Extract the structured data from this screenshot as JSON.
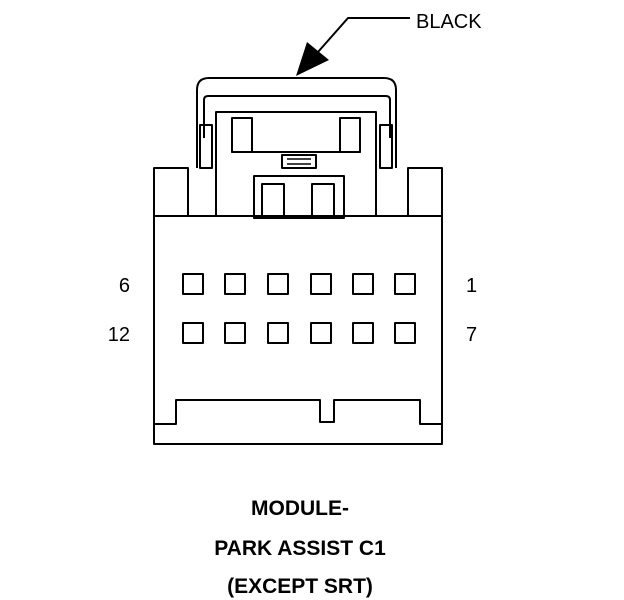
{
  "callout": {
    "color_label": "BLACK"
  },
  "pins": {
    "row1": {
      "left_number": "6",
      "right_number": "1"
    },
    "row2": {
      "left_number": "12",
      "right_number": "7"
    }
  },
  "caption": {
    "line1": "MODULE-",
    "line2": "PARK ASSIST C1",
    "line3": "(EXCEPT SRT)"
  },
  "colors": {
    "stroke": "#000000",
    "background": "#ffffff"
  }
}
